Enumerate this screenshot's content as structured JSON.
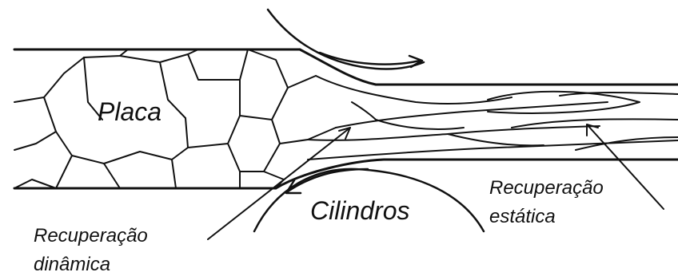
{
  "diagram": {
    "labels": {
      "plate": "Placa",
      "rolls": "Cilindros",
      "dynamic_line1": "Recuperação",
      "dynamic_line2": "dinâmica",
      "static_line1": "Recuperação",
      "static_line2": "estática"
    },
    "colors": {
      "ink": "#111111",
      "background": "#ffffff"
    }
  }
}
